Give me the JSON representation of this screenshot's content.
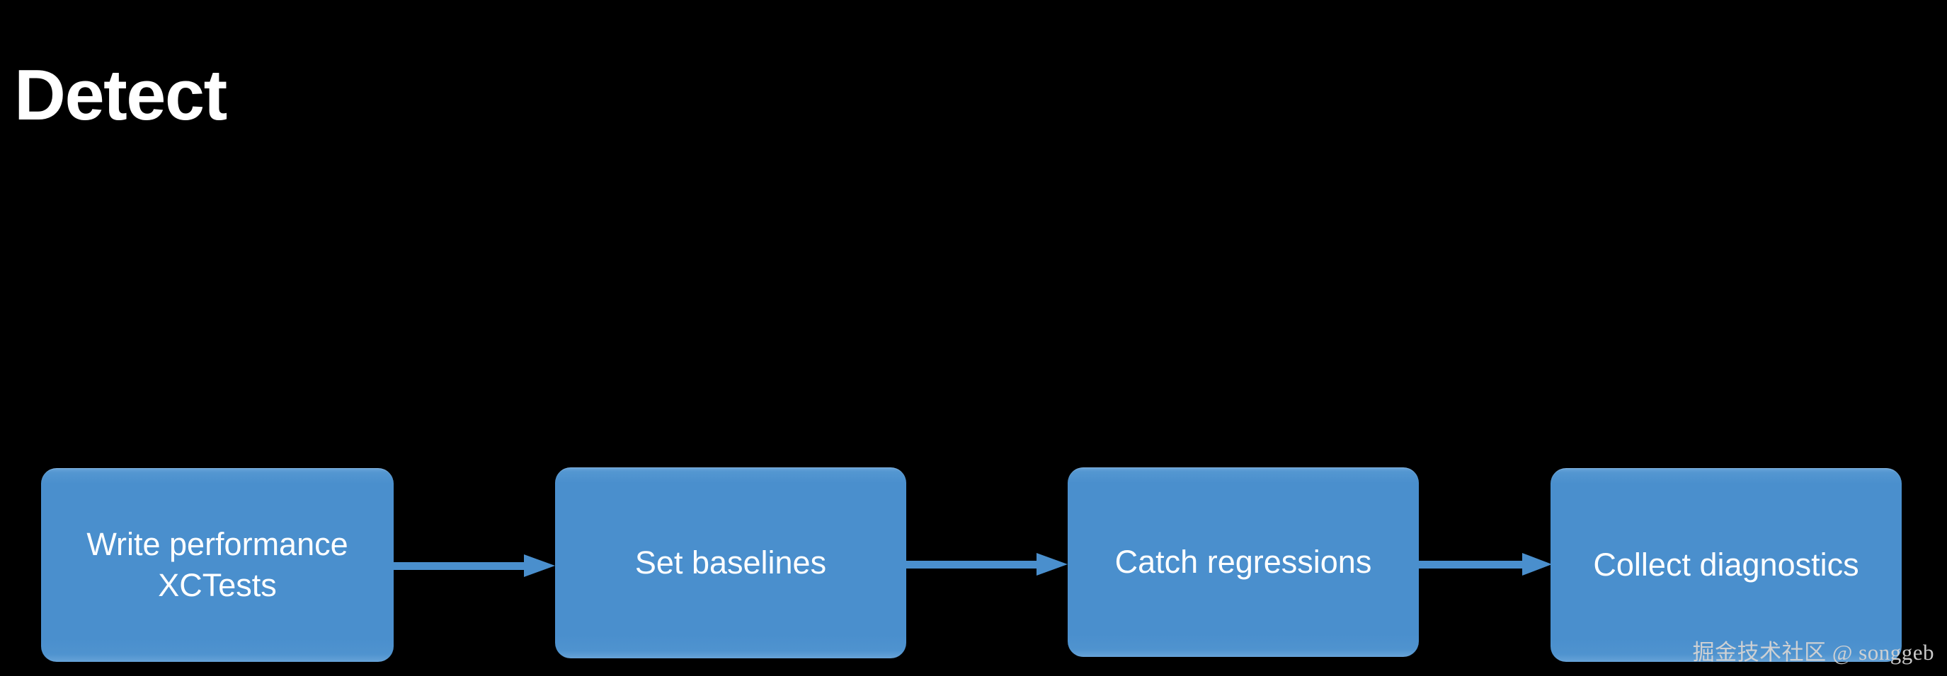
{
  "slide": {
    "title": "Detect",
    "background_color": "#000000",
    "title_color": "#ffffff"
  },
  "flow": {
    "accent_color": "#4a8fcd",
    "node_text_color": "#ffffff",
    "arrow_color": "#4a8fcd",
    "direction": "left-to-right",
    "nodes": [
      {
        "label": "Write performance\nXCTests"
      },
      {
        "label": "Set baselines"
      },
      {
        "label": "Catch regressions"
      },
      {
        "label": "Collect diagnostics"
      }
    ],
    "arrows": [
      {
        "from": "Write performance XCTests",
        "to": "Set baselines"
      },
      {
        "from": "Set baselines",
        "to": "Catch regressions"
      },
      {
        "from": "Catch regressions",
        "to": "Collect diagnostics"
      }
    ]
  },
  "watermark": {
    "text": "掘金技术社区 @ songgeb",
    "color": "#d4d4d4"
  }
}
